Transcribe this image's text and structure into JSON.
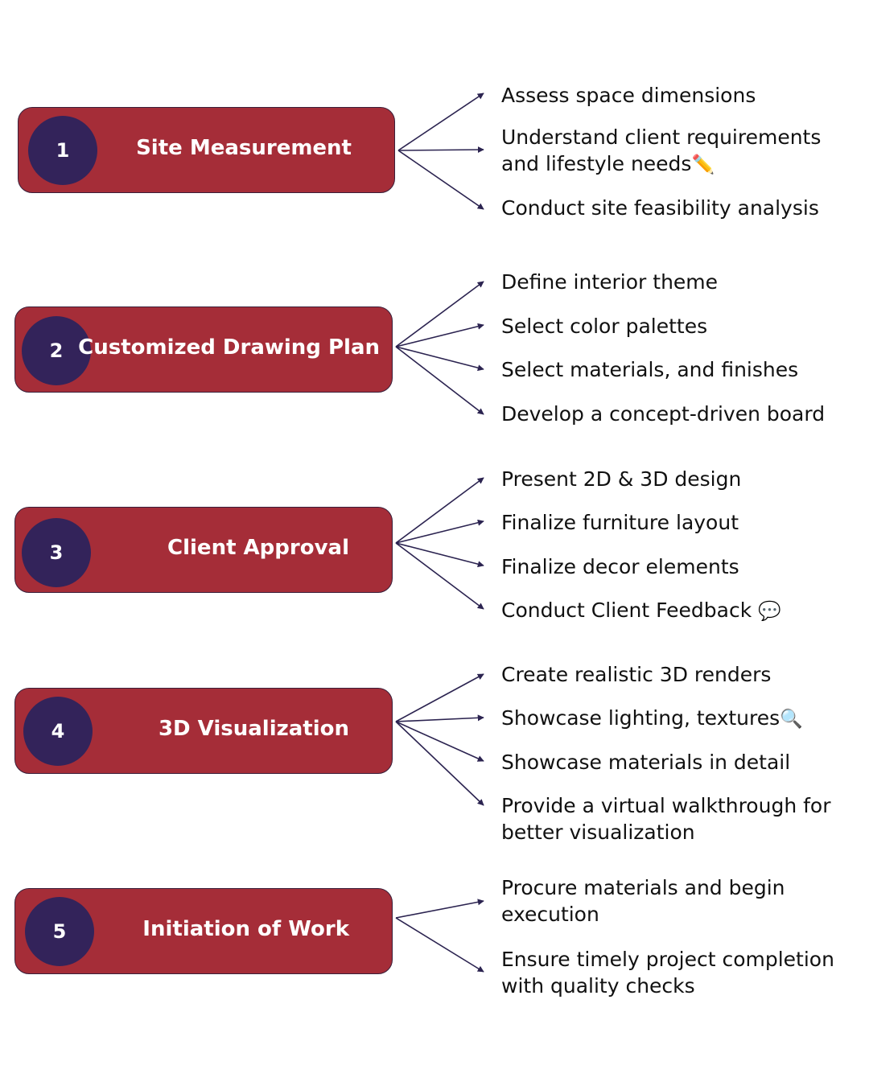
{
  "colors": {
    "box": "#a52d38",
    "circle": "#33235a",
    "line": "#2b2350",
    "text": "#111111"
  },
  "steps": [
    {
      "number": "1",
      "title": "Site Measurement",
      "items": [
        {
          "text": "Assess space dimensions"
        },
        {
          "text": "Understand client requirements",
          "text2": "and lifestyle needs",
          "icon": "pencil-icon"
        },
        {
          "text": "Conduct site feasibility analysis"
        }
      ]
    },
    {
      "number": "2",
      "title": "Customized Drawing Plan",
      "items": [
        {
          "text": "Define interior theme"
        },
        {
          "text": "Select color palettes"
        },
        {
          "text": "Select materials, and finishes"
        },
        {
          "text": "Develop a concept-driven board"
        }
      ]
    },
    {
      "number": "3",
      "title": "Client Approval",
      "items": [
        {
          "text": "Present 2D & 3D design"
        },
        {
          "text": "Finalize furniture layout"
        },
        {
          "text": "Finalize decor elements"
        },
        {
          "text": "Conduct Client Feedback",
          "icon": "speech-bubble-icon"
        }
      ]
    },
    {
      "number": "4",
      "title": "3D Visualization",
      "items": [
        {
          "text": "Create realistic 3D renders"
        },
        {
          "text": "Showcase lighting, textures",
          "icon": "magnifier-icon"
        },
        {
          "text": "Showcase materials in detail"
        },
        {
          "text": "Provide a virtual walkthrough for",
          "text2": "better visualization"
        }
      ]
    },
    {
      "number": "5",
      "title": "Initiation of Work",
      "items": [
        {
          "text": "Procure materials and begin",
          "text2": "execution"
        },
        {
          "text": "Ensure timely project completion",
          "text2": "with quality checks"
        }
      ]
    }
  ]
}
